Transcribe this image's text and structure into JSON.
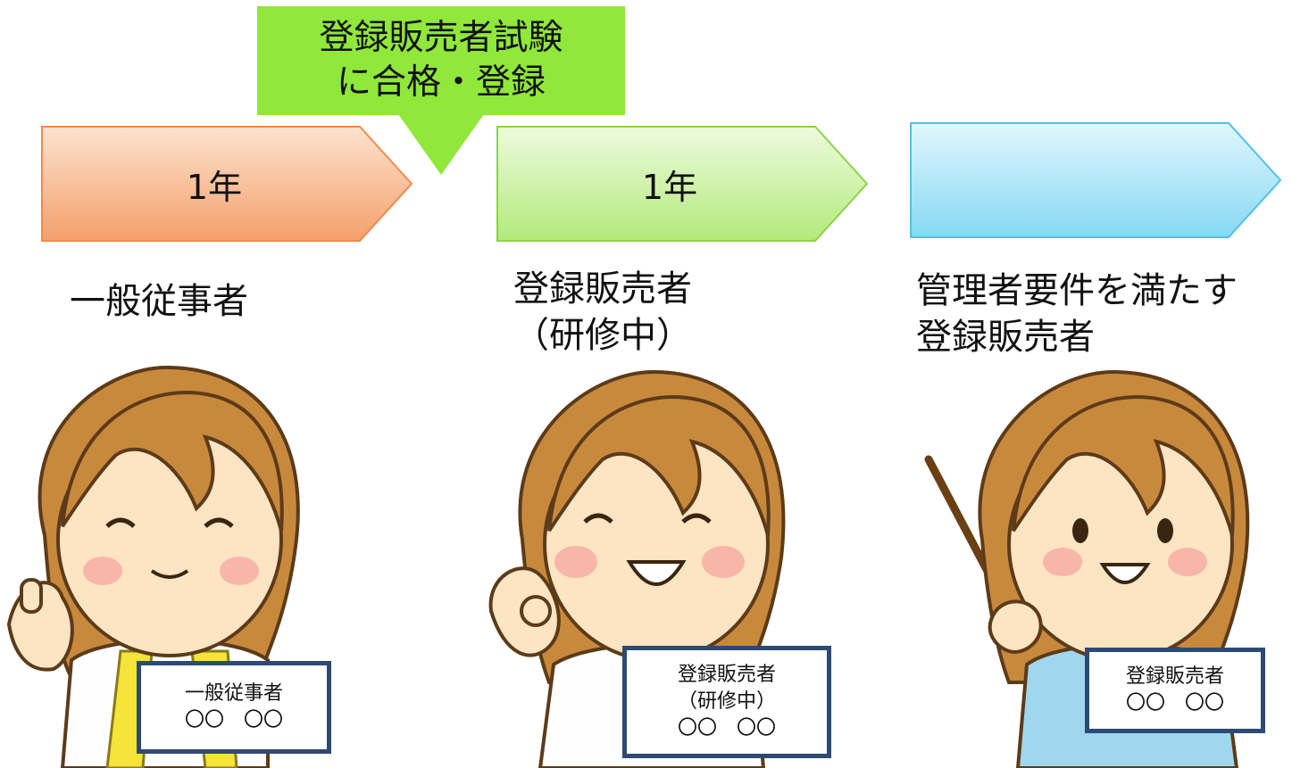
{
  "callout": {
    "line1": "登録販売者試験",
    "line2": "に合格・登録"
  },
  "stages": [
    {
      "period": "1年",
      "role_lines": [
        "一般従事者"
      ],
      "badge_lines": [
        "一般従事者",
        "〇〇　〇〇"
      ],
      "colors": {
        "top": "#fde3cf",
        "bottom": "#f4a06b",
        "stroke": "#f28a4c"
      }
    },
    {
      "period": "1年",
      "role_lines": [
        "登録販売者",
        "（研修中）"
      ],
      "badge_lines": [
        "登録販売者",
        "（研修中）",
        "〇〇　〇〇"
      ],
      "colors": {
        "top": "#eefbe0",
        "bottom": "#b2ea7a",
        "stroke": "#8ed24a"
      }
    },
    {
      "period": "",
      "role_lines": [
        "管理者要件を満たす",
        "登録販売者"
      ],
      "badge_lines": [
        "登録販売者",
        "〇〇　〇〇"
      ],
      "colors": {
        "top": "#e2f7fd",
        "bottom": "#86d8f3",
        "stroke": "#4fc2e8"
      }
    }
  ]
}
